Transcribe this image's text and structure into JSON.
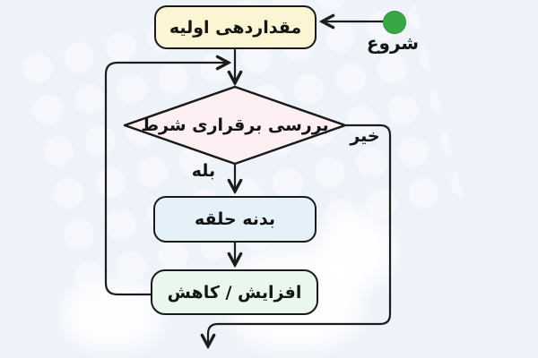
{
  "flowchart": {
    "title_semantic": "loop-structure-flowchart",
    "start": {
      "label": "شروع"
    },
    "nodes": {
      "init": {
        "label": "مقداردهی اولیه",
        "shape": "rounded-rect",
        "fill": "#fbf5d3"
      },
      "condition": {
        "label": "بررسی برقراری شرط",
        "shape": "diamond",
        "fill": "#fdeff2"
      },
      "body": {
        "label": "بدنه حلقه",
        "shape": "rounded-rect",
        "fill": "#e4f1f9"
      },
      "update": {
        "label": "افزایش / کاهش",
        "shape": "rounded-rect",
        "fill": "#e9f7ec"
      }
    },
    "edges": {
      "yes_label": "بله",
      "no_label": "خیر",
      "flow": [
        "start -> init",
        "init -> condition",
        "condition -yes-> body",
        "body -> update",
        "update -> (loop back to condition entry)",
        "condition -no-> exit (bottom)"
      ]
    },
    "colors": {
      "background": "#eef2f9",
      "stroke": "#1c1c1c",
      "start_circle": "#3aa648",
      "init_fill": "#fbf5d3",
      "condition_fill": "#fdeff2",
      "body_fill": "#e4f1f9",
      "update_fill": "#e9f7ec"
    }
  }
}
